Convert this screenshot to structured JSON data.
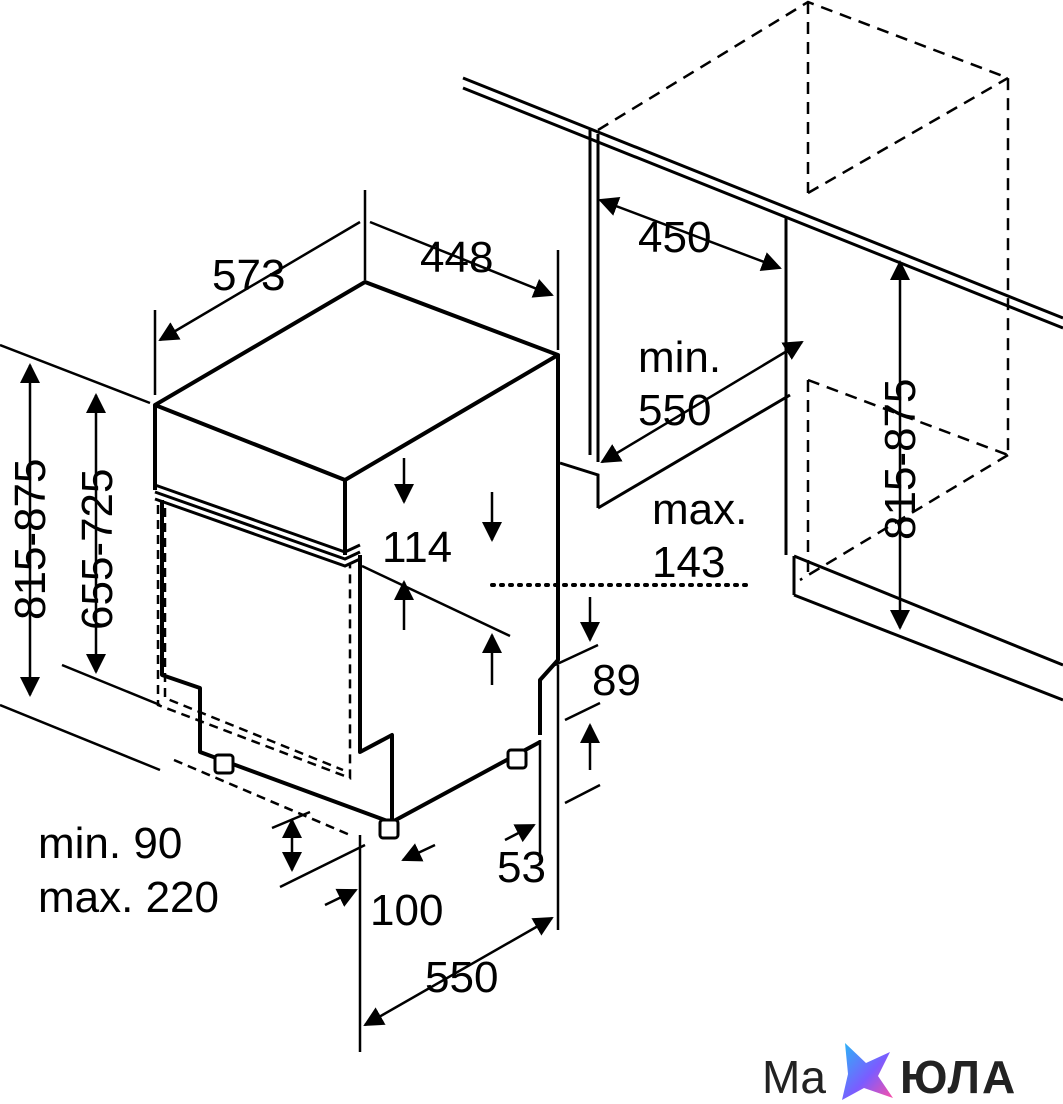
{
  "diagram": {
    "width_label": "448",
    "depth_label": "573",
    "niche_depth_label": "450",
    "niche_width_label": "min.\n550",
    "niche_width_line1": "min.",
    "niche_width_line2": "550",
    "height_total_label": "815-875",
    "height_door_label": "655-725",
    "niche_height_label": "815-875",
    "panel_height_label": "114",
    "max_label_line1": "max.",
    "max_label_line2": "143",
    "plinth_height_label": "89",
    "plinth_depth_label": "53",
    "plinth_range_line1": "min. 90",
    "plinth_range_line2": "max. 220",
    "foot_offset_label": "100",
    "depth_bottom_label": "550"
  },
  "logo": {
    "text_left": "Ma",
    "text_right": "ЮЛА",
    "colors": [
      "#7b5cff",
      "#29b6f6",
      "#ff4fa3"
    ]
  }
}
